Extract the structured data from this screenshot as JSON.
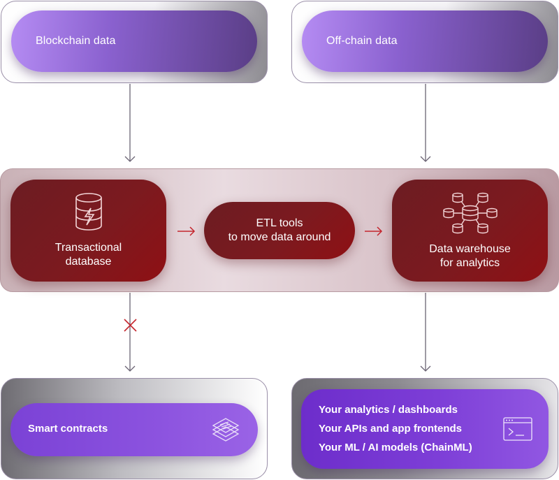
{
  "sources": {
    "blockchain_label": "Blockchain data",
    "offchain_label": "Off-chain data"
  },
  "pipeline": {
    "transactional_line1": "Transactional",
    "transactional_line2": "database",
    "etl_line1": "ETL tools",
    "etl_line2": "to move data around",
    "warehouse_line1": "Data warehouse",
    "warehouse_line2": "for analytics"
  },
  "outputs": {
    "smart_contracts_label": "Smart contracts",
    "apps_lines": [
      "Your analytics / dashboards",
      "Your APIs and app frontends",
      "Your ML / AI models (ChainML)"
    ]
  },
  "icons": {
    "transactional": "database-lightning-icon",
    "warehouse": "connected-databases-icon",
    "smart_contracts": "document-stack-icon",
    "apps": "terminal-window-icon",
    "blocked": "cross-icon"
  },
  "colors": {
    "purple_accent": "#8a61cf",
    "red_box": "#7c1a1f",
    "connector_gray": "#6a6373",
    "connector_red": "#c4262e"
  }
}
